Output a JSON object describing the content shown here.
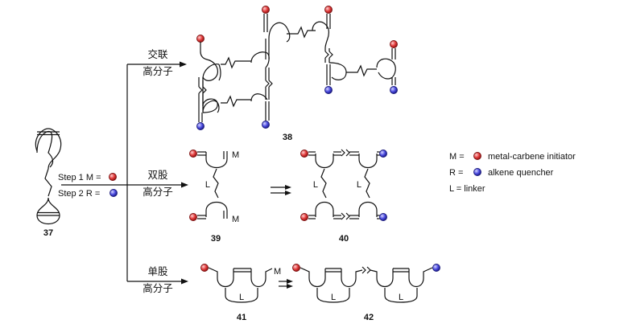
{
  "labels": {
    "step1": "Step 1 M =",
    "step2": "Step 2 R =",
    "compound37": "37",
    "crosslinked_line1": "交联",
    "crosslinked_line2": "高分子",
    "compound38": "38",
    "ladder_line1": "双股",
    "ladder_line2": "高分子",
    "compound39": "39",
    "compound40": "40",
    "single_line1": "单股",
    "single_line2": "高分子",
    "compound41": "41",
    "compound42": "42",
    "M": "M",
    "L": "L"
  },
  "legend": {
    "m_label": "M =",
    "m_text": "metal-carbene initiator",
    "r_label": "R =",
    "r_text": "alkene quencher",
    "l_text": "L = linker"
  },
  "colors": {
    "initiator": "#e23a3a",
    "quencher": "#4a4ae0",
    "line": "#111111"
  },
  "icons": {
    "initiator": "red-sphere",
    "quencher": "blue-sphere"
  }
}
